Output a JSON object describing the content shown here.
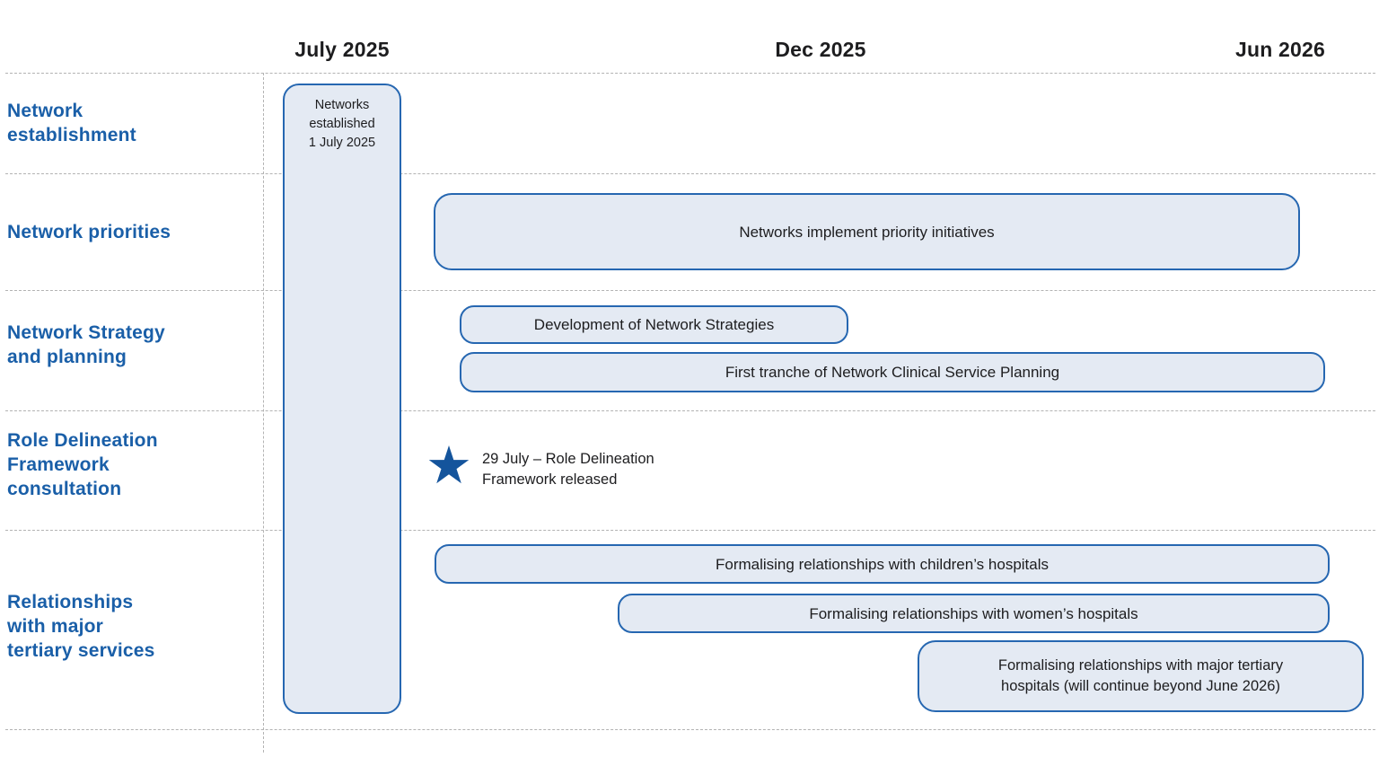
{
  "colors": {
    "background": "#ffffff",
    "label_blue": "#1a5fa8",
    "bar_fill": "#e4eaf3",
    "bar_border": "#2667b1",
    "text_dark": "#1d1d1f",
    "grid_line": "#b3b3b3",
    "star_blue": "#14549c"
  },
  "display": {
    "axis": [
      "July 2025",
      "Dec 2025",
      "Jun 2026"
    ],
    "rows": [
      "Network\nestablishment",
      "Network priorities",
      "Network Strategy\nand planning",
      "Role Delineation\nFramework\nconsultation",
      "Relationships\nwith major\ntertiary services"
    ],
    "milestone_column": "Networks\nestablished\n1 July 2025",
    "bars": [
      "Networks implement priority initiatives",
      "Development of Network Strategies",
      "First tranche of Network Clinical Service Planning",
      "Formalising relationships with children’s hospitals",
      "Formalising relationships with women’s hospitals",
      "Formalising relationships with major tertiary\nhospitals (will continue beyond June 2026)"
    ],
    "star": {
      "icon": "★",
      "label": "29 July – Role Delineation\nFramework released"
    }
  },
  "chart_data": {
    "type": "bar",
    "subtype": "gantt-timeline",
    "title": "",
    "xlabel": "",
    "ylabel": "",
    "grid": "dashed",
    "legend": "none",
    "x_axis": {
      "ticks": [
        "July 2025",
        "Dec 2025",
        "Jun 2026"
      ],
      "range_estimate": [
        "Jun 2025",
        "Jul 2026"
      ]
    },
    "rows": [
      {
        "category": "Network establishment",
        "items": [
          {
            "kind": "column-marker",
            "label": "Networks established 1 July 2025",
            "date": "1 July 2025",
            "note": "vertical column at July 2025 spanning all rows"
          }
        ]
      },
      {
        "category": "Network priorities",
        "items": [
          {
            "kind": "bar",
            "label": "Networks implement priority initiatives",
            "start": "Aug 2025",
            "end": "Jun 2026"
          }
        ]
      },
      {
        "category": "Network Strategy and planning",
        "items": [
          {
            "kind": "bar",
            "label": "Development of Network Strategies",
            "start": "Aug 2025",
            "end": "Dec 2025"
          },
          {
            "kind": "bar",
            "label": "First tranche of Network Clinical Service Planning",
            "start": "Aug 2025",
            "end": "Jun 2026"
          }
        ]
      },
      {
        "category": "Role Delineation Framework consultation",
        "items": [
          {
            "kind": "milestone-star",
            "label": "29 July – Role Delineation Framework released",
            "date": "29 July 2025"
          }
        ]
      },
      {
        "category": "Relationships with major tertiary services",
        "items": [
          {
            "kind": "bar",
            "label": "Formalising relationships with children’s hospitals",
            "start": "Aug 2025",
            "end": "Jun 2026"
          },
          {
            "kind": "bar",
            "label": "Formalising relationships with women’s hospitals",
            "start": "Oct 2025",
            "end": "Jun 2026"
          },
          {
            "kind": "bar",
            "label": "Formalising relationships with major tertiary hospitals (will continue beyond June 2026)",
            "start": "Jan 2026",
            "end": "beyond Jun 2026"
          }
        ]
      }
    ]
  }
}
